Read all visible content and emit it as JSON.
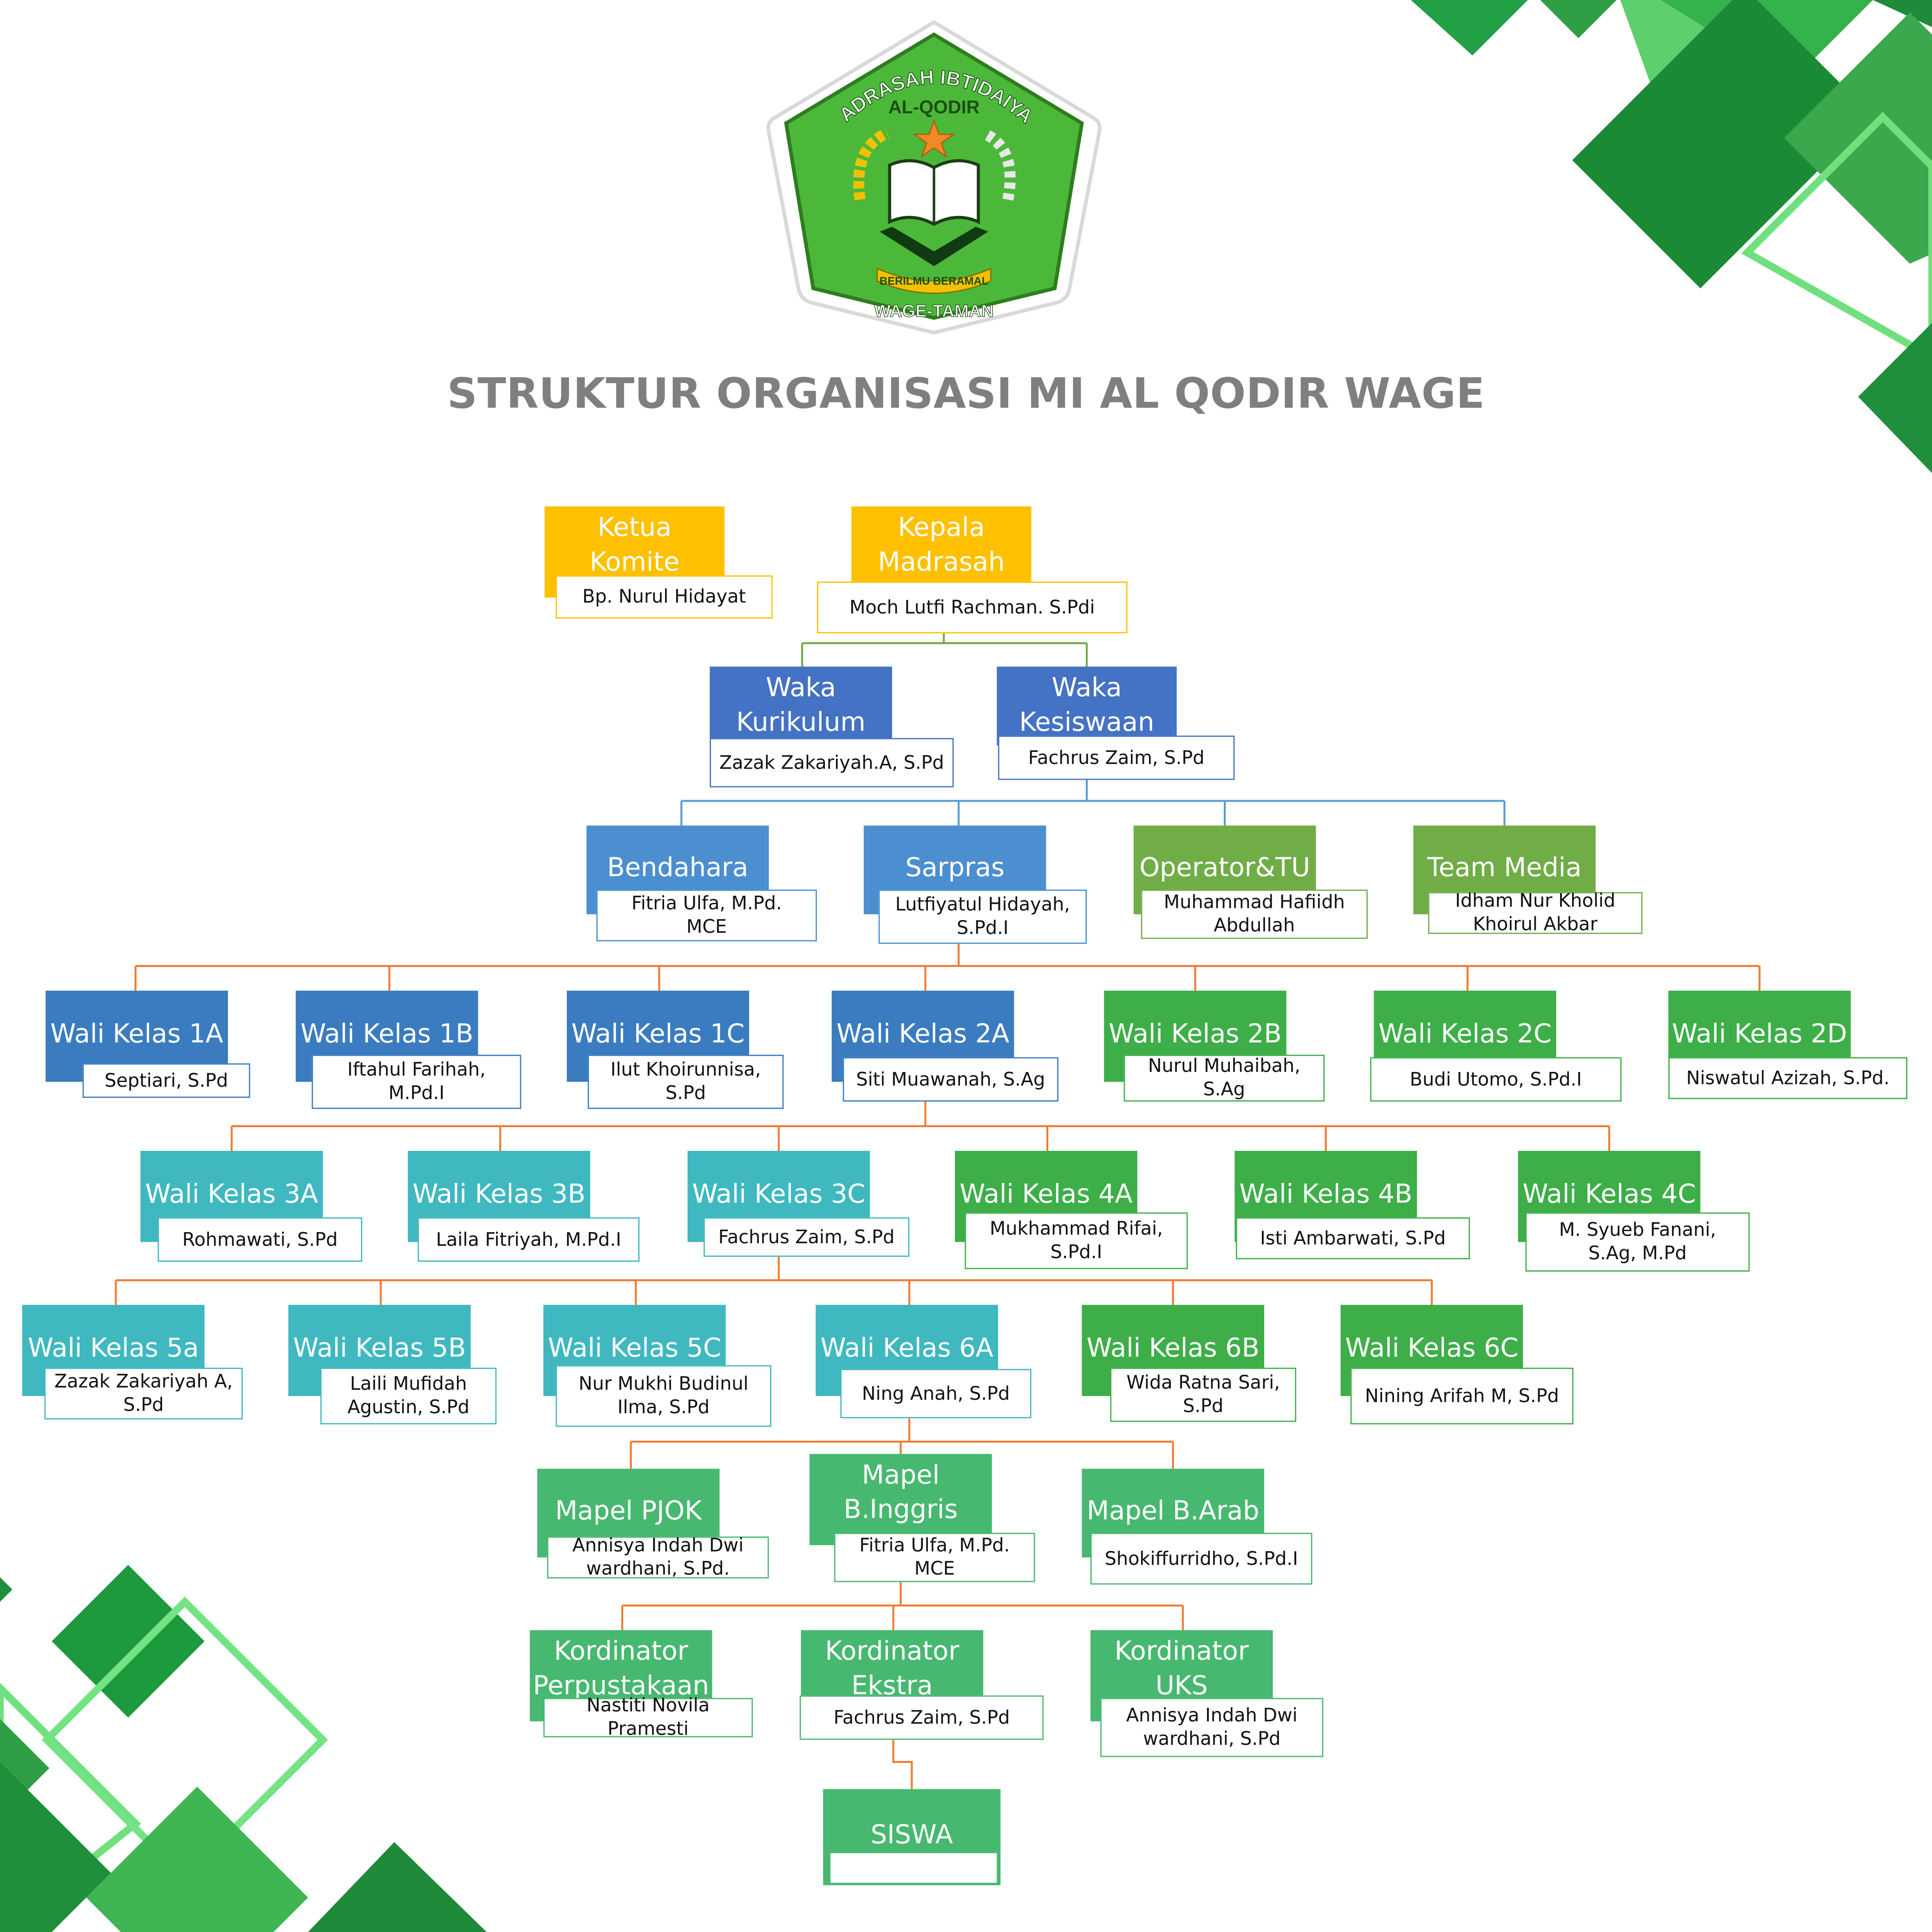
{
  "title": "STRUKTUR ORGANISASI MI AL QODIR WAGE",
  "logo": {
    "arc_text": "MADRASAH IBTIDAIYAH",
    "name": "AL-QODIR",
    "motto": "BERILMU BERAMAL",
    "location": "WAGE-TAMAN"
  },
  "colors": {
    "yellow": "#ffc000",
    "blue_dark": "#4472c4",
    "blue_mid": "#4b8fd0",
    "steel": "#3a7cbf",
    "green_light": "#70ad47",
    "green": "#3dae48",
    "teal": "#3fb8c0",
    "mint": "#47b870",
    "line_green": "#70ad47",
    "line_blue": "#5b9bd5",
    "line_orange": "#ed7d31"
  },
  "nodes": [
    {
      "role": "Ketua\nKomite",
      "name": "Bp. Nurul Hidayat"
    },
    {
      "role": "Kepala\nMadrasah",
      "name": "Moch Lutfi Rachman. S.Pdi"
    },
    {
      "role": "Waka\nKurikulum",
      "name": "Zazak Zakariyah.A, S.Pd"
    },
    {
      "role": "Waka\nKesiswaan",
      "name": "Fachrus Zaim, S.Pd"
    },
    {
      "role": "Bendahara",
      "name": "Fitria Ulfa, M.Pd.\nMCE"
    },
    {
      "role": "Sarpras",
      "name": "Lutfiyatul Hidayah,\nS.Pd.I"
    },
    {
      "role": "Operator&TU",
      "name": "Muhammad Hafiidh\nAbdullah"
    },
    {
      "role": "Team Media",
      "name": "Idham Nur Kholid\nKhoirul Akbar"
    },
    {
      "role": "Wali Kelas 1A",
      "name": "Septiari, S.Pd"
    },
    {
      "role": "Wali Kelas 1B",
      "name": "Iftahul Farihah,\nM.Pd.I"
    },
    {
      "role": "Wali Kelas 1C",
      "name": "Ilut Khoirunnisa,\nS.Pd"
    },
    {
      "role": "Wali Kelas 2A",
      "name": "Siti Muawanah, S.Ag"
    },
    {
      "role": "Wali Kelas 2B",
      "name": "Nurul Muhaibah,\nS.Ag"
    },
    {
      "role": "Wali Kelas 2C",
      "name": "Budi Utomo, S.Pd.I"
    },
    {
      "role": "Wali Kelas 2D",
      "name": "Niswatul Azizah, S.Pd."
    },
    {
      "role": "Wali Kelas 3A",
      "name": "Rohmawati, S.Pd"
    },
    {
      "role": "Wali Kelas 3B",
      "name": "Laila Fitriyah, M.Pd.I"
    },
    {
      "role": "Wali Kelas 3C",
      "name": "Fachrus Zaim, S.Pd"
    },
    {
      "role": "Wali Kelas 4A",
      "name": "Mukhammad Rifai,\nS.Pd.I"
    },
    {
      "role": "Wali Kelas 4B",
      "name": "Isti Ambarwati, S.Pd"
    },
    {
      "role": "Wali Kelas 4C",
      "name": "M. Syueb Fanani,\nS.Ag, M.Pd"
    },
    {
      "role": "Wali Kelas 5a",
      "name": "Zazak Zakariyah A,\nS.Pd"
    },
    {
      "role": "Wali Kelas 5B",
      "name": "Laili Mufidah\nAgustin, S.Pd"
    },
    {
      "role": "Wali Kelas 5C",
      "name": "Nur Mukhi Budinul\nIlma, S.Pd"
    },
    {
      "role": "Wali Kelas 6A",
      "name": "Ning Anah, S.Pd"
    },
    {
      "role": "Wali Kelas 6B",
      "name": "Wida Ratna Sari,\nS.Pd"
    },
    {
      "role": "Wali Kelas 6C",
      "name": "Nining Arifah M, S.Pd"
    },
    {
      "role": "Mapel PJOK",
      "name": "Annisya Indah Dwi\nwardhani, S.Pd."
    },
    {
      "role": "Mapel\nB.Inggris",
      "name": "Fitria Ulfa, M.Pd.\nMCE"
    },
    {
      "role": "Mapel B.Arab",
      "name": "Shokiffurridho, S.Pd.I"
    },
    {
      "role": "Kordinator\nPerpustakaan",
      "name": "Nastiti Novila\nPramesti"
    },
    {
      "role": "Kordinator\nEkstra",
      "name": "Fachrus Zaim, S.Pd"
    },
    {
      "role": "Kordinator\nUKS",
      "name": "Annisya Indah Dwi\nwardhani, S.Pd"
    },
    {
      "role": "SISWA",
      "name": ""
    }
  ]
}
